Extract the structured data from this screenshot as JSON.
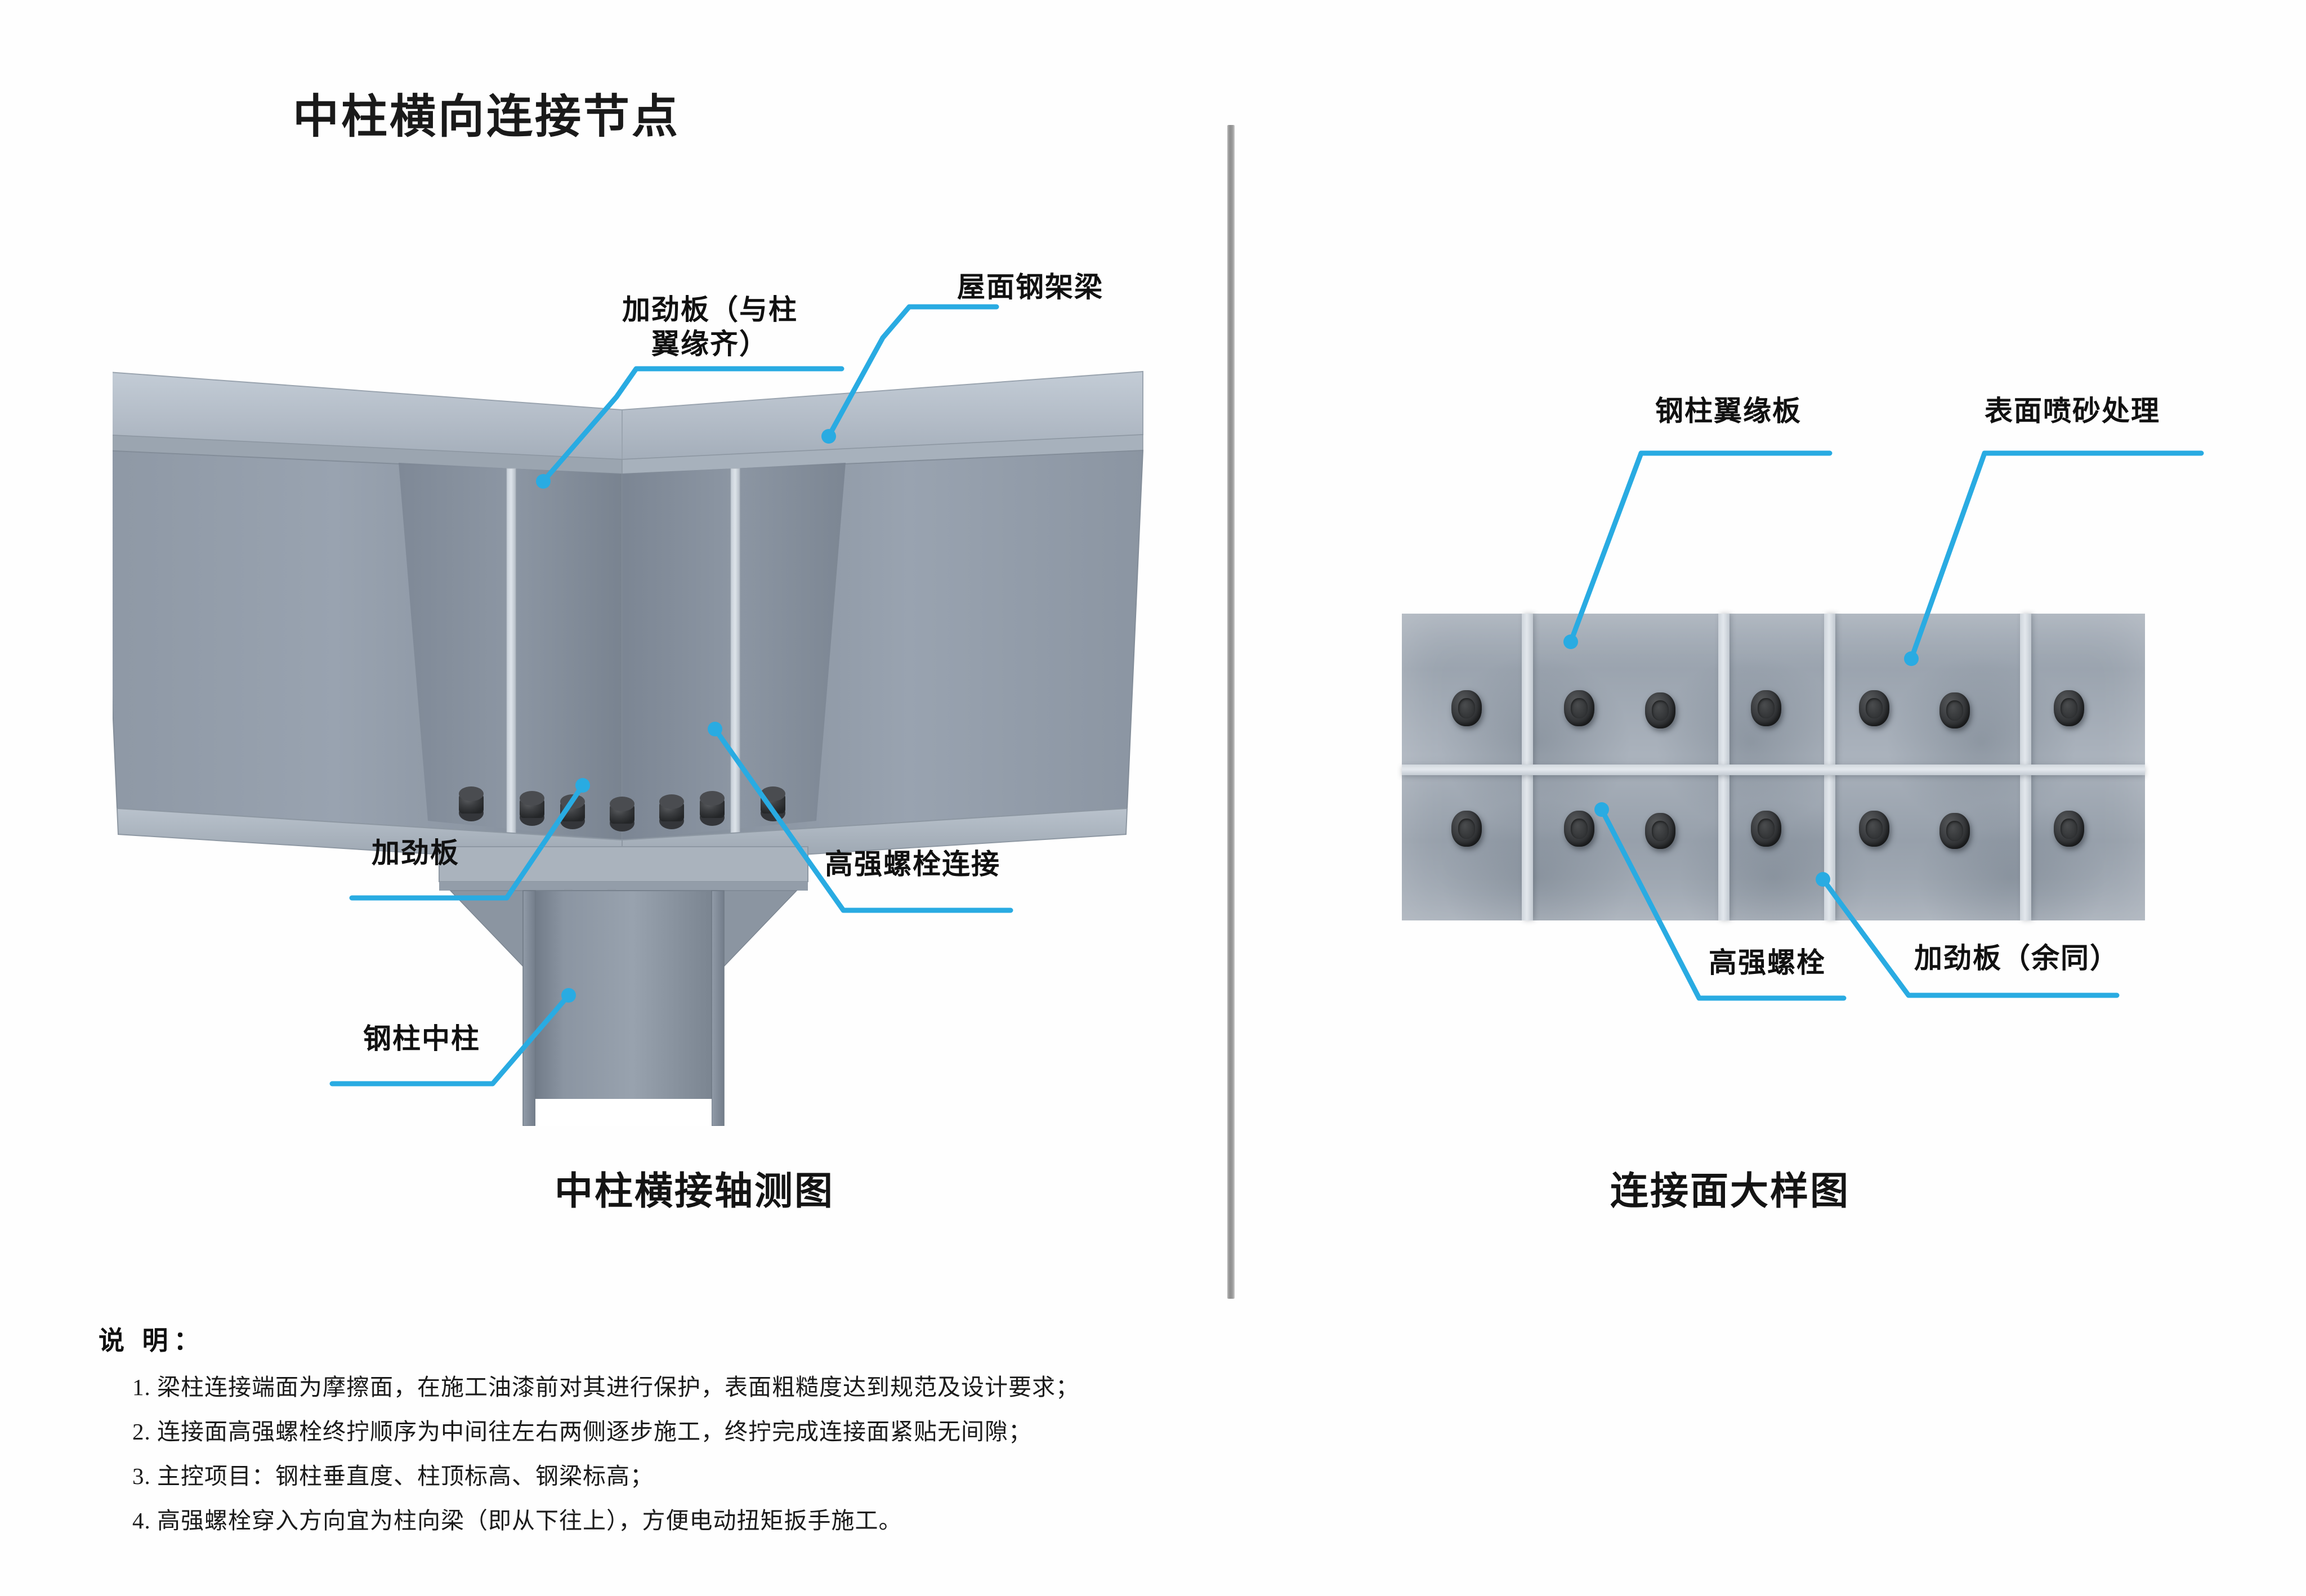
{
  "title": "中柱横向连接节点",
  "accent_color": "#29ABE2",
  "steel_color": "#8d97a3",
  "bolt_color": "#2e3032",
  "divider_color": "#9a9a9a",
  "figures": [
    {
      "id": "isometric",
      "caption": "中柱横接轴测图",
      "annotations": [
        {
          "key": "stiffener_top",
          "label": "加劲板（与柱\n翼缘齐）"
        },
        {
          "key": "roof_steel_beam",
          "label": "屋面钢架梁"
        },
        {
          "key": "stiffener",
          "label": "加劲板"
        },
        {
          "key": "hs_bolt_connection",
          "label": "高强螺栓连接"
        },
        {
          "key": "steel_center_column",
          "label": "钢柱中柱"
        }
      ],
      "bolt_count": 7
    },
    {
      "id": "connection_face_detail",
      "caption": "连接面大样图",
      "annotations": [
        {
          "key": "column_flange_plate",
          "label": "钢柱翼缘板"
        },
        {
          "key": "surface_sandblast",
          "label": "表面喷砂处理"
        },
        {
          "key": "hs_bolt",
          "label": "高强螺栓"
        },
        {
          "key": "stiffener_rest_same",
          "label": "加劲板（余同）"
        }
      ],
      "bolt_rows": 2,
      "bolt_cols": 7,
      "vertical_ribs": 4,
      "horizontal_ribs": 1
    }
  ],
  "notes": {
    "heading": "说 明：",
    "items": [
      "1. 梁柱连接端面为摩擦面，在施工油漆前对其进行保护，表面粗糙度达到规范及设计要求；",
      "2. 连接面高强螺栓终拧顺序为中间往左右两侧逐步施工，终拧完成连接面紧贴无间隙；",
      "3. 主控项目：钢柱垂直度、柱顶标高、钢梁标高；",
      "4. 高强螺栓穿入方向宜为柱向梁（即从下往上），方便电动扭矩扳手施工。"
    ]
  }
}
